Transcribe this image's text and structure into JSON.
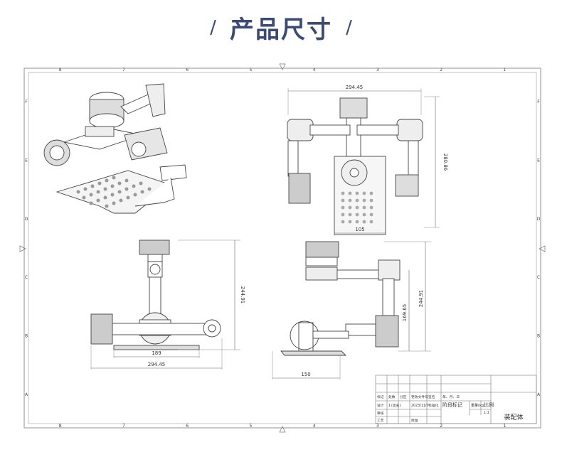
{
  "title": {
    "left_slash": "/",
    "text": "产品尺寸",
    "right_slash": "/"
  },
  "colors": {
    "title": "#3b4a73",
    "line": "#555555",
    "thin": "#888888"
  },
  "frame": {
    "col_labels": [
      "8",
      "7",
      "6",
      "5",
      "4",
      "3",
      "2",
      "1"
    ],
    "row_labels": [
      "F",
      "E",
      "D",
      "C",
      "B",
      "A"
    ]
  },
  "dimensions": {
    "top_width": "294.45",
    "top_height": "280.86",
    "top_plate": "105",
    "front_height": "244.91",
    "front_inner": "189",
    "front_width": "294.45",
    "side_height1": "169.65",
    "side_height2": "244.91",
    "side_width": "150"
  },
  "title_block": {
    "r1": [
      "标记",
      "处数",
      "分区",
      "更改文件号",
      "签名",
      "年、月、日"
    ],
    "r2": [
      "设计",
      "1",
      "(签名)",
      "2023/11/7",
      "标准化",
      "阶段标记",
      "重量(kg)",
      "比例"
    ],
    "scale": "1:1",
    "r3": [
      "审核"
    ],
    "r4": [
      "工艺",
      "批准"
    ],
    "part_name": "装配体"
  }
}
